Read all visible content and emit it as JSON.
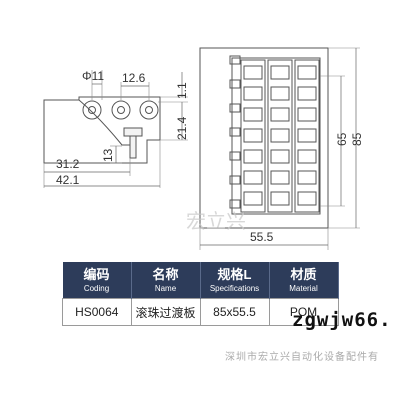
{
  "drawing": {
    "dims": {
      "phi11": "Φ11",
      "d12_6": "12.6",
      "d1_1": "1.1",
      "d21_4": "21.4",
      "d13": "13",
      "d31_2": "31.2",
      "d42_1": "42.1",
      "d65": "65",
      "d85": "85",
      "d55_5": "55.5"
    },
    "ghost_text": "宏立兴"
  },
  "table": {
    "headers": [
      {
        "zh": "编码",
        "en": "Coding"
      },
      {
        "zh": "名称",
        "en": "Name"
      },
      {
        "zh": "规格L",
        "en": "Specifications"
      },
      {
        "zh": "材质",
        "en": "Material"
      }
    ],
    "row": [
      "HS0064",
      "滚珠过渡板",
      "85x55.5",
      "POM"
    ]
  },
  "watermarks": {
    "site": "zgwjw66.",
    "company": "深圳市宏立兴自动化设备配件有"
  },
  "colors": {
    "header_bg": "#2d3c5a",
    "line": "#555555"
  }
}
